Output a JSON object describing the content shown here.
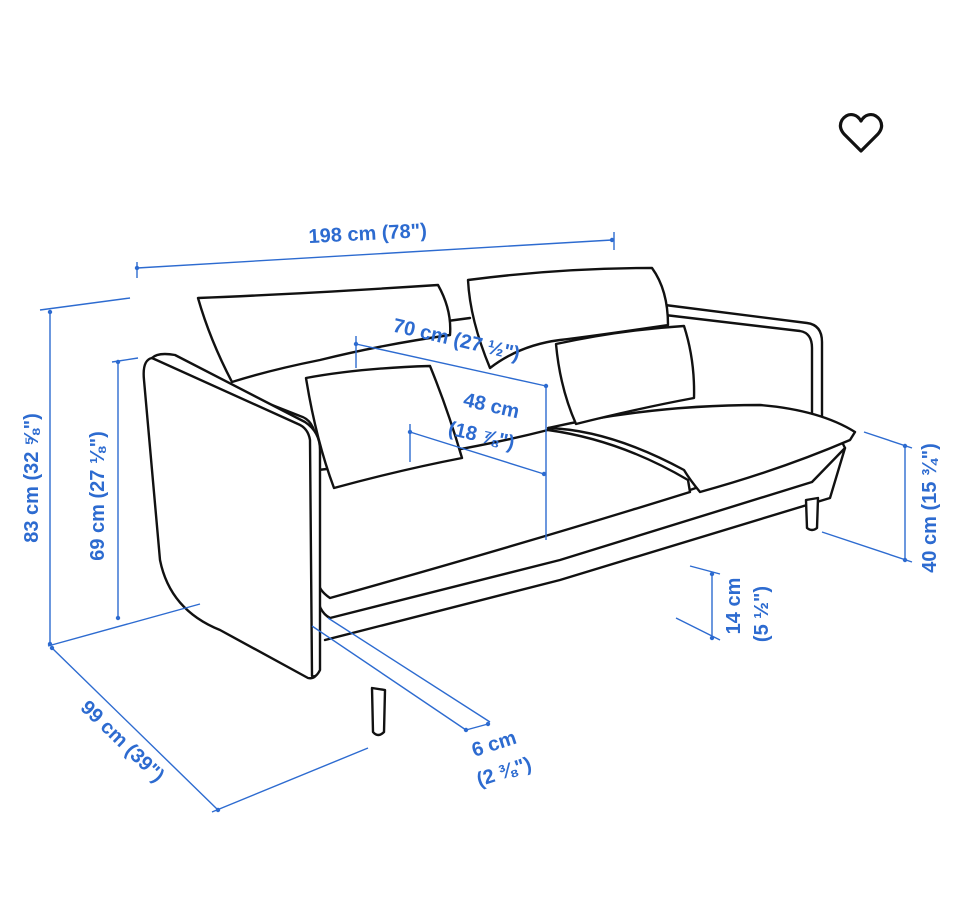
{
  "favorite": {
    "icon": "heart-outline-icon"
  },
  "colors": {
    "dimension": "#2d6bd0",
    "outline": "#111111",
    "background": "#ffffff"
  },
  "dimensions": {
    "width": "198 cm (78\")",
    "seat_width": "70 cm (27 ½\")",
    "seat_depth_value": "48 cm",
    "seat_depth_inch": "(18 ⅞\")",
    "height": "83 cm (32 ⅝\")",
    "armrest_height": "69 cm (27 ⅛\")",
    "seat_height": "40 cm (15 ¾\")",
    "floor_clearance_value": "14 cm",
    "floor_clearance_inch": "(5 ½\")",
    "armrest_width_value": "6 cm",
    "armrest_width_inch": "(2 ⅜\")",
    "depth": "99 cm (39\")"
  }
}
